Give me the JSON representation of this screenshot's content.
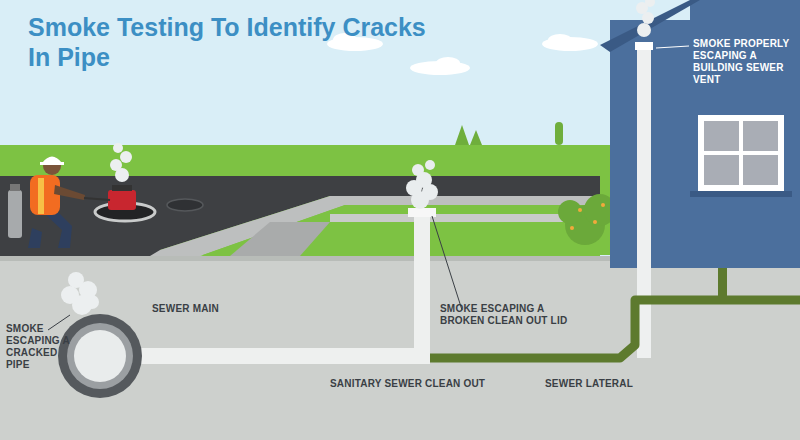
{
  "diagram": {
    "title": "Smoke Testing To Identify Cracks In Pipe",
    "labels": [
      "SMOKE PROPERLY ESCAPING A BUILDING SEWER VENT",
      "SEWER MAIN",
      "SMOKE ESCAPING A BROKEN CLEAN OUT LID",
      "SMOKE ESCAPING A CRACKED PIPE",
      "SANITARY SEWER CLEAN OUT",
      "SEWER LATERAL"
    ]
  }
}
